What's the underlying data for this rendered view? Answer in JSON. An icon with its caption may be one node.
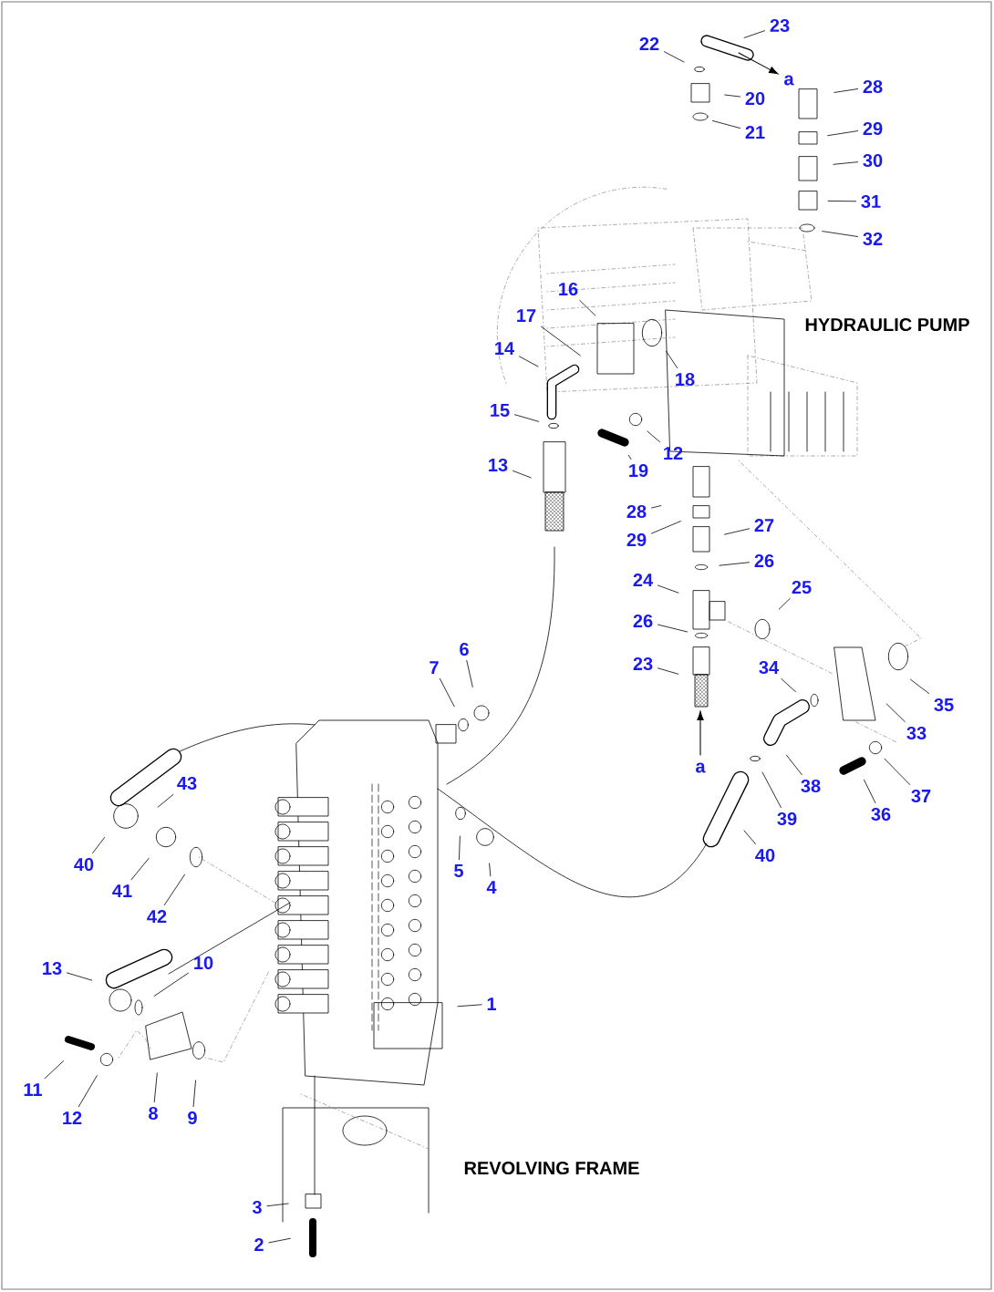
{
  "diagram": {
    "nodes": [
      {
        "text": [
          "23"
        ]
      },
      {
        "text": [
          "22"
        ]
      },
      {
        "text": [
          "20"
        ]
      },
      {
        "text": [
          "21"
        ]
      },
      {
        "text": [
          "28"
        ]
      },
      {
        "text": [
          "29"
        ]
      },
      {
        "text": [
          "30"
        ]
      },
      {
        "text": [
          "31"
        ]
      },
      {
        "text": [
          "32"
        ]
      },
      {
        "text": [
          "16"
        ]
      },
      {
        "text": [
          "17"
        ]
      },
      {
        "text": [
          "18"
        ]
      },
      {
        "text": [
          "14"
        ]
      },
      {
        "text": [
          "15"
        ]
      },
      {
        "text": [
          "13"
        ]
      },
      {
        "text": [
          "19"
        ]
      },
      {
        "text": [
          "12"
        ]
      },
      {
        "text": [
          "28"
        ]
      },
      {
        "text": [
          "29"
        ]
      },
      {
        "text": [
          "27"
        ]
      },
      {
        "text": [
          "26"
        ]
      },
      {
        "text": [
          "24"
        ]
      },
      {
        "text": [
          "25"
        ]
      },
      {
        "text": [
          "26"
        ]
      },
      {
        "text": [
          "23"
        ]
      },
      {
        "text": [
          "34"
        ]
      },
      {
        "text": [
          "35"
        ]
      },
      {
        "text": [
          "33"
        ]
      },
      {
        "text": [
          "37"
        ]
      },
      {
        "text": [
          "36"
        ]
      },
      {
        "text": [
          "38"
        ]
      },
      {
        "text": [
          "39"
        ]
      },
      {
        "text": [
          "40"
        ]
      },
      {
        "text": [
          "7"
        ]
      },
      {
        "text": [
          "6"
        ]
      },
      {
        "text": [
          "43"
        ]
      },
      {
        "text": [
          "40"
        ]
      },
      {
        "text": [
          "41"
        ]
      },
      {
        "text": [
          "42"
        ]
      },
      {
        "text": [
          "5"
        ]
      },
      {
        "text": [
          "4"
        ]
      },
      {
        "text": [
          "13"
        ]
      },
      {
        "text": [
          "10"
        ]
      },
      {
        "text": [
          "1"
        ]
      },
      {
        "text": [
          "11"
        ]
      },
      {
        "text": [
          "12"
        ]
      },
      {
        "text": [
          "8"
        ]
      },
      {
        "text": [
          "9"
        ]
      },
      {
        "text": [
          "3"
        ]
      },
      {
        "text": [
          "2"
        ]
      }
    ],
    "edges": [
      {
        "from": 0,
        "to": null,
        "arrow": "none"
      },
      {
        "from": 1,
        "to": null,
        "arrow": "none"
      },
      {
        "from": 2,
        "to": null,
        "arrow": "none"
      },
      {
        "from": 3,
        "to": null,
        "arrow": "none"
      },
      {
        "from": 4,
        "to": null,
        "arrow": "none"
      },
      {
        "from": 5,
        "to": null,
        "arrow": "none"
      },
      {
        "from": 6,
        "to": null,
        "arrow": "none"
      },
      {
        "from": 7,
        "to": null,
        "arrow": "none"
      },
      {
        "from": 8,
        "to": null,
        "arrow": "none"
      },
      {
        "from": 9,
        "to": null,
        "arrow": "none"
      },
      {
        "from": 10,
        "to": null,
        "arrow": "none"
      },
      {
        "from": 11,
        "to": null,
        "arrow": "none"
      },
      {
        "from": 12,
        "to": null,
        "arrow": "none"
      },
      {
        "from": 13,
        "to": null,
        "arrow": "none"
      },
      {
        "from": 14,
        "to": null,
        "arrow": "none"
      },
      {
        "from": 15,
        "to": null,
        "arrow": "none"
      },
      {
        "from": 16,
        "to": null,
        "arrow": "none"
      },
      {
        "from": 17,
        "to": null,
        "arrow": "none"
      },
      {
        "from": 18,
        "to": null,
        "arrow": "none"
      },
      {
        "from": 19,
        "to": null,
        "arrow": "none"
      },
      {
        "from": 20,
        "to": null,
        "arrow": "none"
      },
      {
        "from": 21,
        "to": null,
        "arrow": "none"
      },
      {
        "from": 22,
        "to": null,
        "arrow": "none"
      },
      {
        "from": 23,
        "to": null,
        "arrow": "none"
      },
      {
        "from": 24,
        "to": null,
        "arrow": "none"
      },
      {
        "from": 25,
        "to": null,
        "arrow": "none"
      },
      {
        "from": 26,
        "to": null,
        "arrow": "none"
      },
      {
        "from": 27,
        "to": null,
        "arrow": "none"
      },
      {
        "from": 28,
        "to": null,
        "arrow": "none"
      },
      {
        "from": 29,
        "to": null,
        "arrow": "none"
      },
      {
        "from": 30,
        "to": null,
        "arrow": "none"
      },
      {
        "from": 31,
        "to": null,
        "arrow": "none"
      },
      {
        "from": 32,
        "to": null,
        "arrow": "none"
      },
      {
        "from": 33,
        "to": null,
        "arrow": "none"
      },
      {
        "from": 34,
        "to": null,
        "arrow": "none"
      },
      {
        "from": 35,
        "to": null,
        "arrow": "none"
      },
      {
        "from": 36,
        "to": null,
        "arrow": "none"
      },
      {
        "from": 37,
        "to": null,
        "arrow": "none"
      },
      {
        "from": 38,
        "to": null,
        "arrow": "none"
      },
      {
        "from": 39,
        "to": null,
        "arrow": "none"
      },
      {
        "from": 40,
        "to": null,
        "arrow": "none"
      },
      {
        "from": 41,
        "to": null,
        "arrow": "none"
      },
      {
        "from": 42,
        "to": null,
        "arrow": "none"
      },
      {
        "from": 43,
        "to": null,
        "arrow": "none"
      },
      {
        "from": 44,
        "to": null,
        "arrow": "none"
      },
      {
        "from": 45,
        "to": null,
        "arrow": "none"
      },
      {
        "from": 46,
        "to": null,
        "arrow": "none"
      },
      {
        "from": 47,
        "to": null,
        "arrow": "none"
      },
      {
        "from": 48,
        "to": null,
        "arrow": "none"
      },
      {
        "from": 49,
        "to": null,
        "arrow": "none"
      }
    ],
    "labels": [
      "a",
      "HYDRAULIC PUMP",
      "a",
      "REVOLVING FRAME"
    ]
  }
}
